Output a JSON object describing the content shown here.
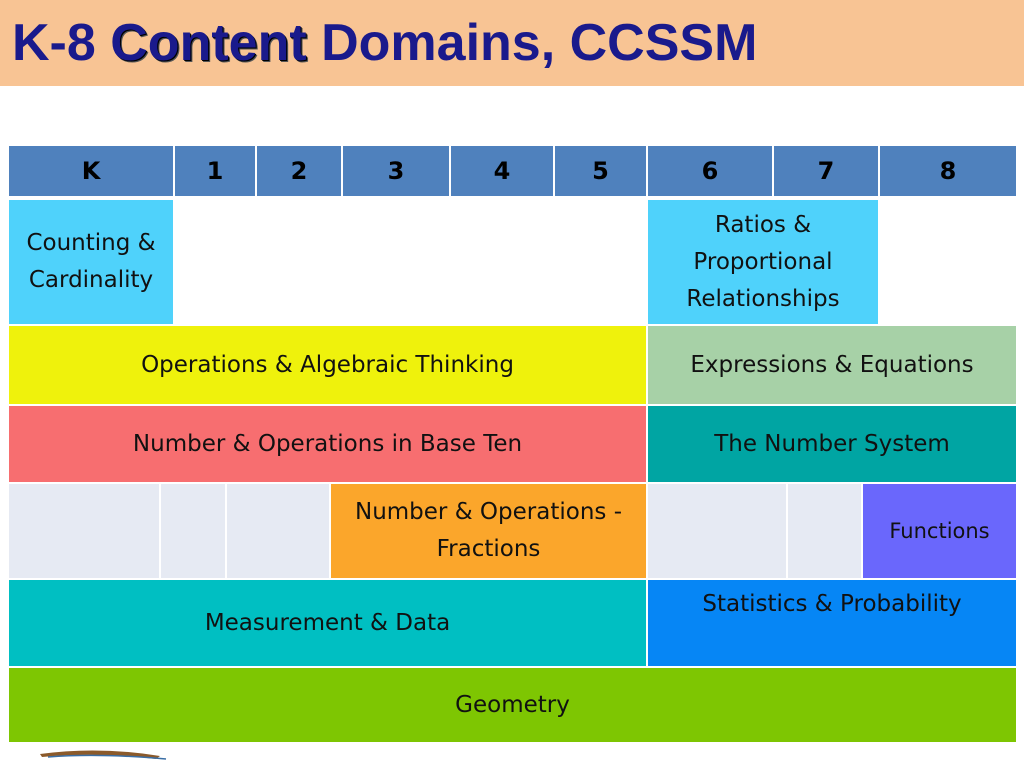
{
  "slide": {
    "title_prefix": "K-8 ",
    "title_emphasis": "Content",
    "title_suffix": " Domains, CCSSM"
  },
  "grades": [
    "K",
    "1",
    "2",
    "3",
    "4",
    "5",
    "6",
    "7",
    "8"
  ],
  "domains": {
    "counting": "Counting & Cardinality",
    "ratios": "Ratios & Proportional Relationships",
    "oa": "Operations & Algebraic Thinking",
    "ee": "Expressions & Equations",
    "nbt": "Number & Operations in Base Ten",
    "ns": "The Number System",
    "nf": "Number & Operations - Fractions",
    "functions": "Functions",
    "md": "Measurement & Data",
    "sp": "Statistics & Probability",
    "geometry": "Geometry"
  },
  "colors": {
    "header": "#4f81bd",
    "title_bar": "#f8c494",
    "title_text": "#1a1a8c",
    "counting": "#4fd2fb",
    "ratios": "#4fd2fb",
    "oa": "#eff20c",
    "ee": "#a7d1a7",
    "nbt": "#f76e70",
    "ns": "#00a5a3",
    "nf": "#fba62b",
    "functions": "#6a67fc",
    "md": "#00bfc2",
    "sp": "#0686f5",
    "geometry": "#7ec602"
  }
}
